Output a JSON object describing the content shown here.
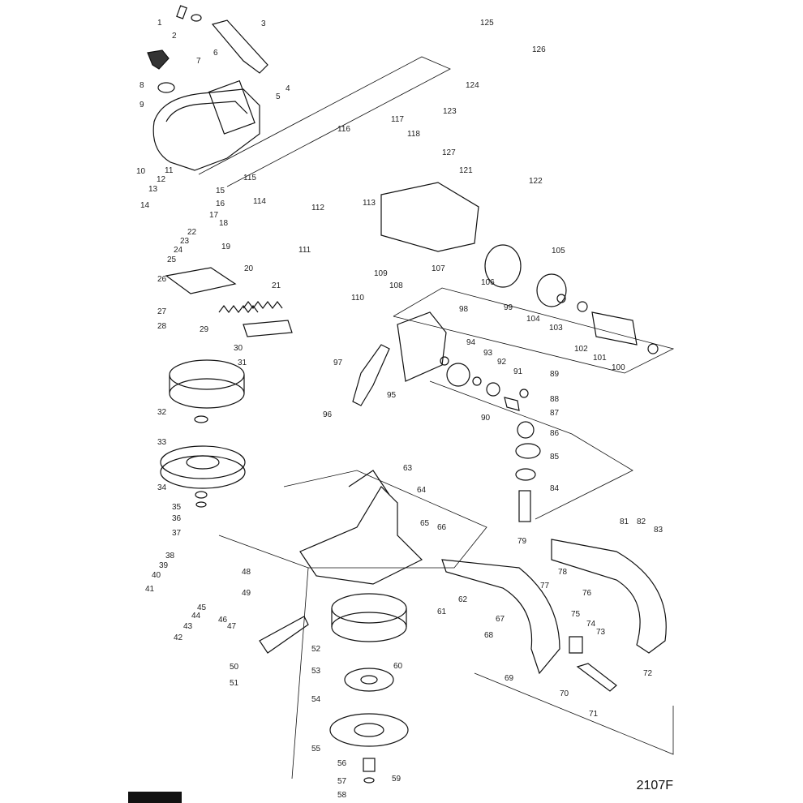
{
  "model": "2107F",
  "brand_logo_text": "",
  "part_labels": [
    "1",
    "2",
    "3",
    "4",
    "5",
    "6",
    "7",
    "8",
    "9",
    "10",
    "11",
    "12",
    "13",
    "14",
    "15",
    "16",
    "17",
    "18",
    "19",
    "20",
    "21",
    "22",
    "23",
    "24",
    "25",
    "26",
    "27",
    "28",
    "29",
    "30",
    "31",
    "32",
    "33",
    "34",
    "35",
    "36",
    "37",
    "38",
    "39",
    "40",
    "41",
    "42",
    "43",
    "44",
    "45",
    "46",
    "47",
    "48",
    "49",
    "50",
    "51",
    "52",
    "53",
    "54",
    "55",
    "56",
    "57",
    "58",
    "59",
    "60",
    "61",
    "62",
    "63",
    "64",
    "65",
    "66",
    "67",
    "68",
    "69",
    "70",
    "71",
    "72",
    "73",
    "74",
    "75",
    "76",
    "77",
    "78",
    "79",
    "81",
    "82",
    "83",
    "84",
    "85",
    "86",
    "87",
    "88",
    "89",
    "90",
    "91",
    "92",
    "93",
    "94",
    "95",
    "96",
    "97",
    "98",
    "99",
    "100",
    "101",
    "102",
    "103",
    "104",
    "105",
    "106",
    "107",
    "108",
    "109",
    "110",
    "111",
    "112",
    "113",
    "114",
    "115",
    "116",
    "117",
    "118",
    "121",
    "122",
    "123",
    "124",
    "125",
    "126",
    "127"
  ]
}
